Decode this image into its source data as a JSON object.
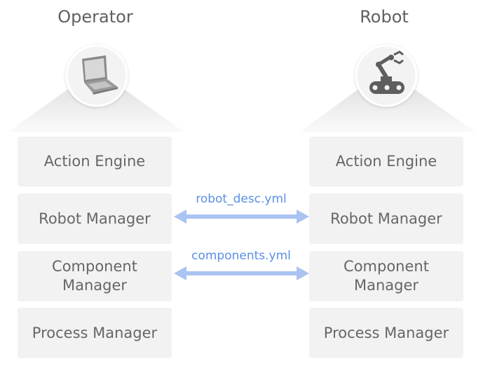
{
  "columns": [
    {
      "title": "Operator",
      "icon": "laptop-icon",
      "boxes": [
        "Action Engine",
        "Robot Manager",
        "Component\nManager",
        "Process Manager"
      ]
    },
    {
      "title": "Robot",
      "icon": "robot-arm-icon",
      "boxes": [
        "Action Engine",
        "Robot Manager",
        "Component\nManager",
        "Process Manager"
      ]
    }
  ],
  "links": [
    {
      "label": "robot_desc.yml",
      "between": "Robot Manager"
    },
    {
      "label": "components.yml",
      "between": "Component Manager"
    }
  ],
  "colors": {
    "box_fill": "#f2f2f2",
    "text": "#666666",
    "arrow": "#a9c3f2",
    "link_label": "#5a8fe6"
  }
}
